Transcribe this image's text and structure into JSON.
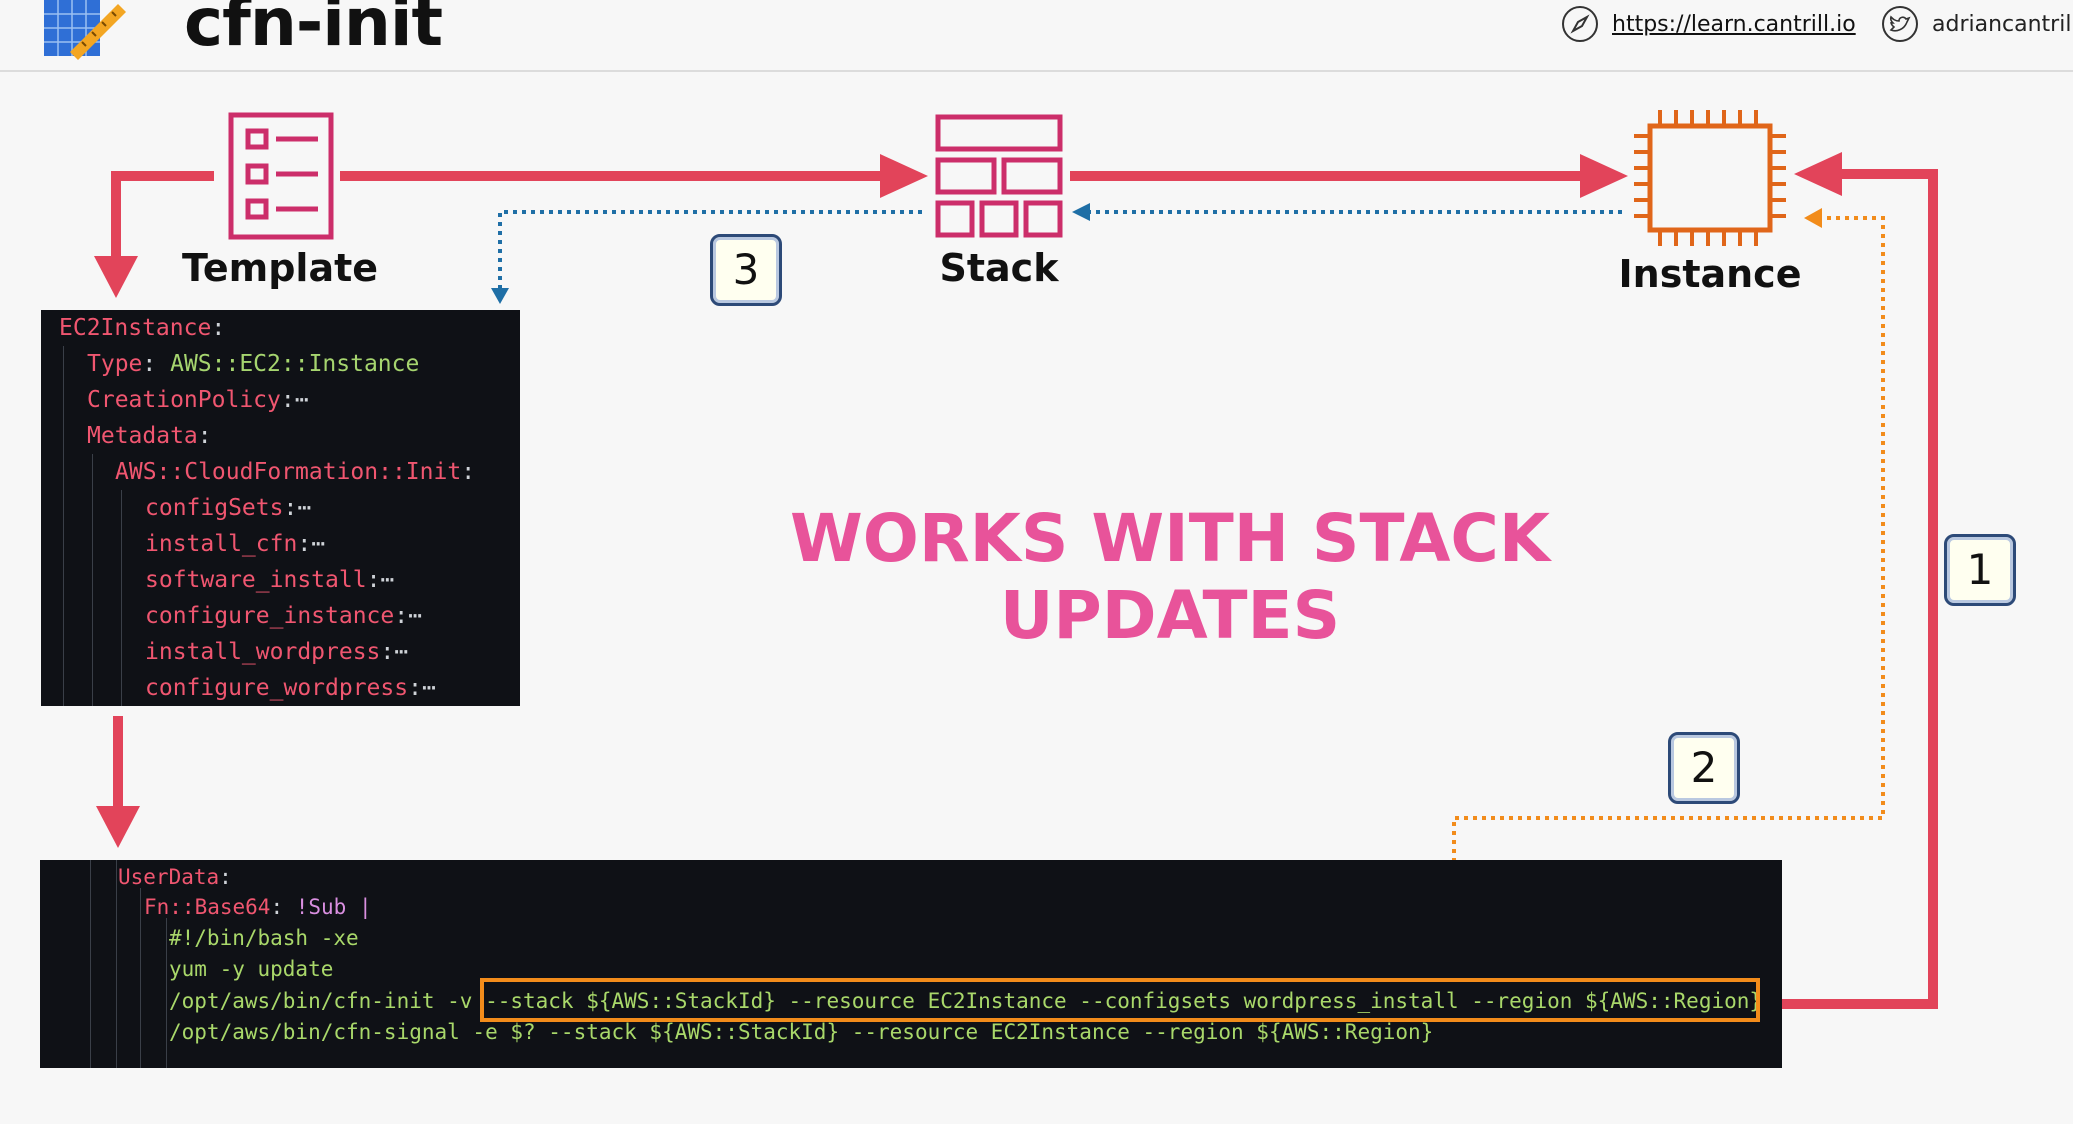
{
  "header": {
    "title": "cfn-init",
    "website": "https://learn.cantrill.io",
    "twitter": "adriancantrill"
  },
  "diagram": {
    "template_label": "Template",
    "stack_label": "Stack",
    "instance_label": "Instance",
    "headline": "WORKS WITH STACK UPDATES",
    "badges": [
      "1",
      "2",
      "3"
    ],
    "colors": {
      "red_arrow": "#e2445a",
      "blue_dotted": "#1f6fa6",
      "orange_dotted": "#f28c1b",
      "headline": "#e8539a",
      "instance_icon": "#e0661a",
      "template_icon": "#cc2e6a"
    }
  },
  "template_code": {
    "lines": [
      {
        "key": "EC2Instance",
        "sep": ":",
        "val": ""
      },
      {
        "key": "Type",
        "sep": ": ",
        "val": "AWS::EC2::Instance"
      },
      {
        "key": "CreationPolicy",
        "sep": ":",
        "val": "⋯"
      },
      {
        "key": "Metadata",
        "sep": ":",
        "val": ""
      },
      {
        "key": "AWS::CloudFormation::Init",
        "sep": ":",
        "val": ""
      },
      {
        "key": "configSets",
        "sep": ":",
        "val": "⋯"
      },
      {
        "key": "install_cfn",
        "sep": ":",
        "val": "⋯"
      },
      {
        "key": "software_install",
        "sep": ":",
        "val": "⋯"
      },
      {
        "key": "configure_instance",
        "sep": ":",
        "val": "⋯"
      },
      {
        "key": "install_wordpress",
        "sep": ":",
        "val": "⋯"
      },
      {
        "key": "configure_wordpress",
        "sep": ":",
        "val": "⋯"
      }
    ]
  },
  "userdata_code": {
    "userdata_key": "UserData",
    "base64_key": "Fn::Base64",
    "sub_tag": "!Sub |",
    "line_bash": "#!/bin/bash -xe",
    "line_yum": "yum -y update",
    "line_init_prefix": "/opt/aws/bin/cfn-init -v ",
    "line_init_highlight": "--stack ${AWS::StackId} --resource EC2Instance --configsets wordpress_install --region ${AWS::Region}",
    "line_signal": "/opt/aws/bin/cfn-signal -e $? --stack ${AWS::StackId} --resource EC2Instance --region ${AWS::Region}"
  }
}
